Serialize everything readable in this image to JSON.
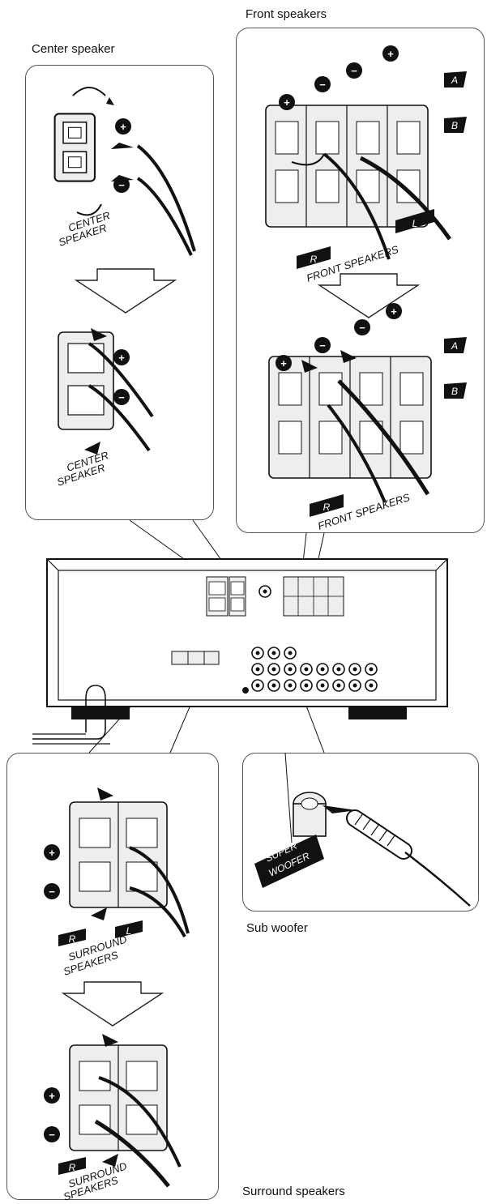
{
  "captions": {
    "front": "Front speakers",
    "center": "Center speaker",
    "sub": "Sub woofer",
    "surround": "Surround  speakers"
  },
  "terminal_labels": {
    "center_l1": "CENTER",
    "center_l2": "SPEAKER",
    "front": "FRONT SPEAKERS",
    "front_r": "R",
    "front_l": "L",
    "front_a": "A",
    "front_b": "B",
    "surround_l1": "SURROUND",
    "surround_l2": "SPEAKERS",
    "surround_r": "R",
    "surround_l": "L",
    "sub_l1": "SUPER",
    "sub_l2": "WOOFER"
  },
  "symbols": {
    "plus": "+",
    "minus": "−"
  },
  "colors": {
    "line": "#111111",
    "panel_border": "#555555",
    "terminal": "#eeeeee"
  }
}
